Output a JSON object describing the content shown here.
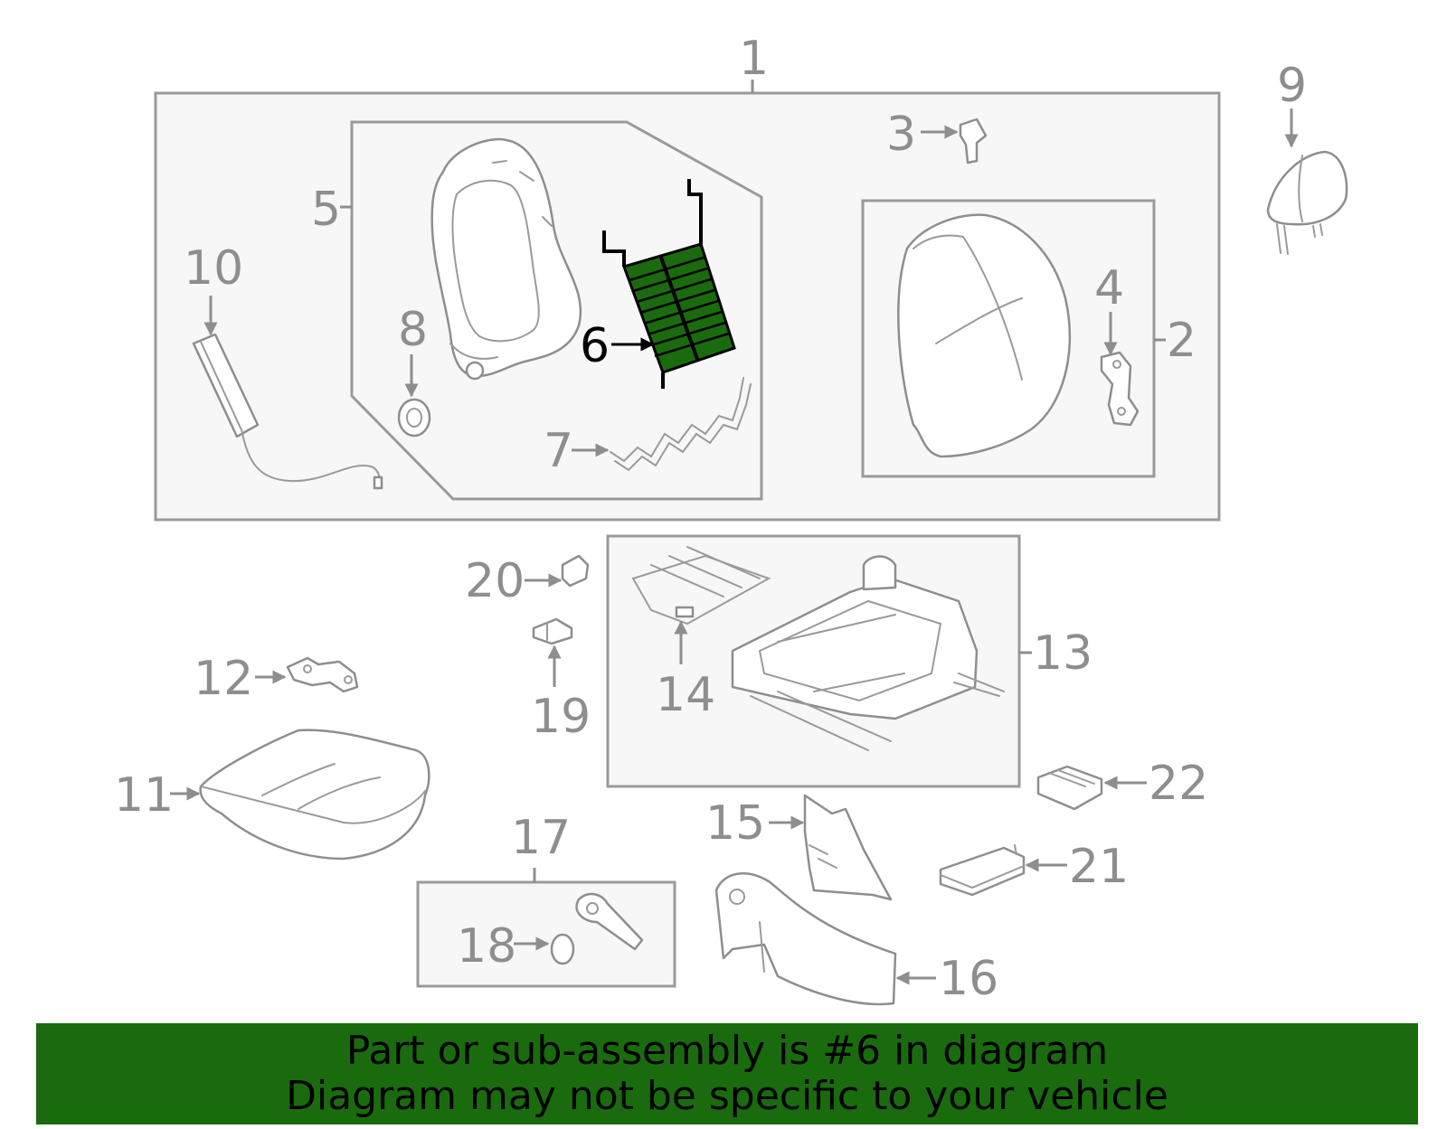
{
  "callouts": {
    "n1": "1",
    "n2": "2",
    "n3": "3",
    "n4": "4",
    "n5": "5",
    "n6": "6",
    "n7": "7",
    "n8": "8",
    "n9": "9",
    "n10": "10",
    "n11": "11",
    "n12": "12",
    "n13": "13",
    "n14": "14",
    "n15": "15",
    "n16": "16",
    "n17": "17",
    "n18": "18",
    "n19": "19",
    "n20": "20",
    "n21": "21",
    "n22": "22"
  },
  "highlight": {
    "part": "6",
    "color": "#1a6b0e"
  },
  "banner": {
    "line1": "Part or sub-assembly is #6 in diagram",
    "line2": "Diagram may not be specific to your vehicle",
    "background": "#1a6b0e"
  }
}
